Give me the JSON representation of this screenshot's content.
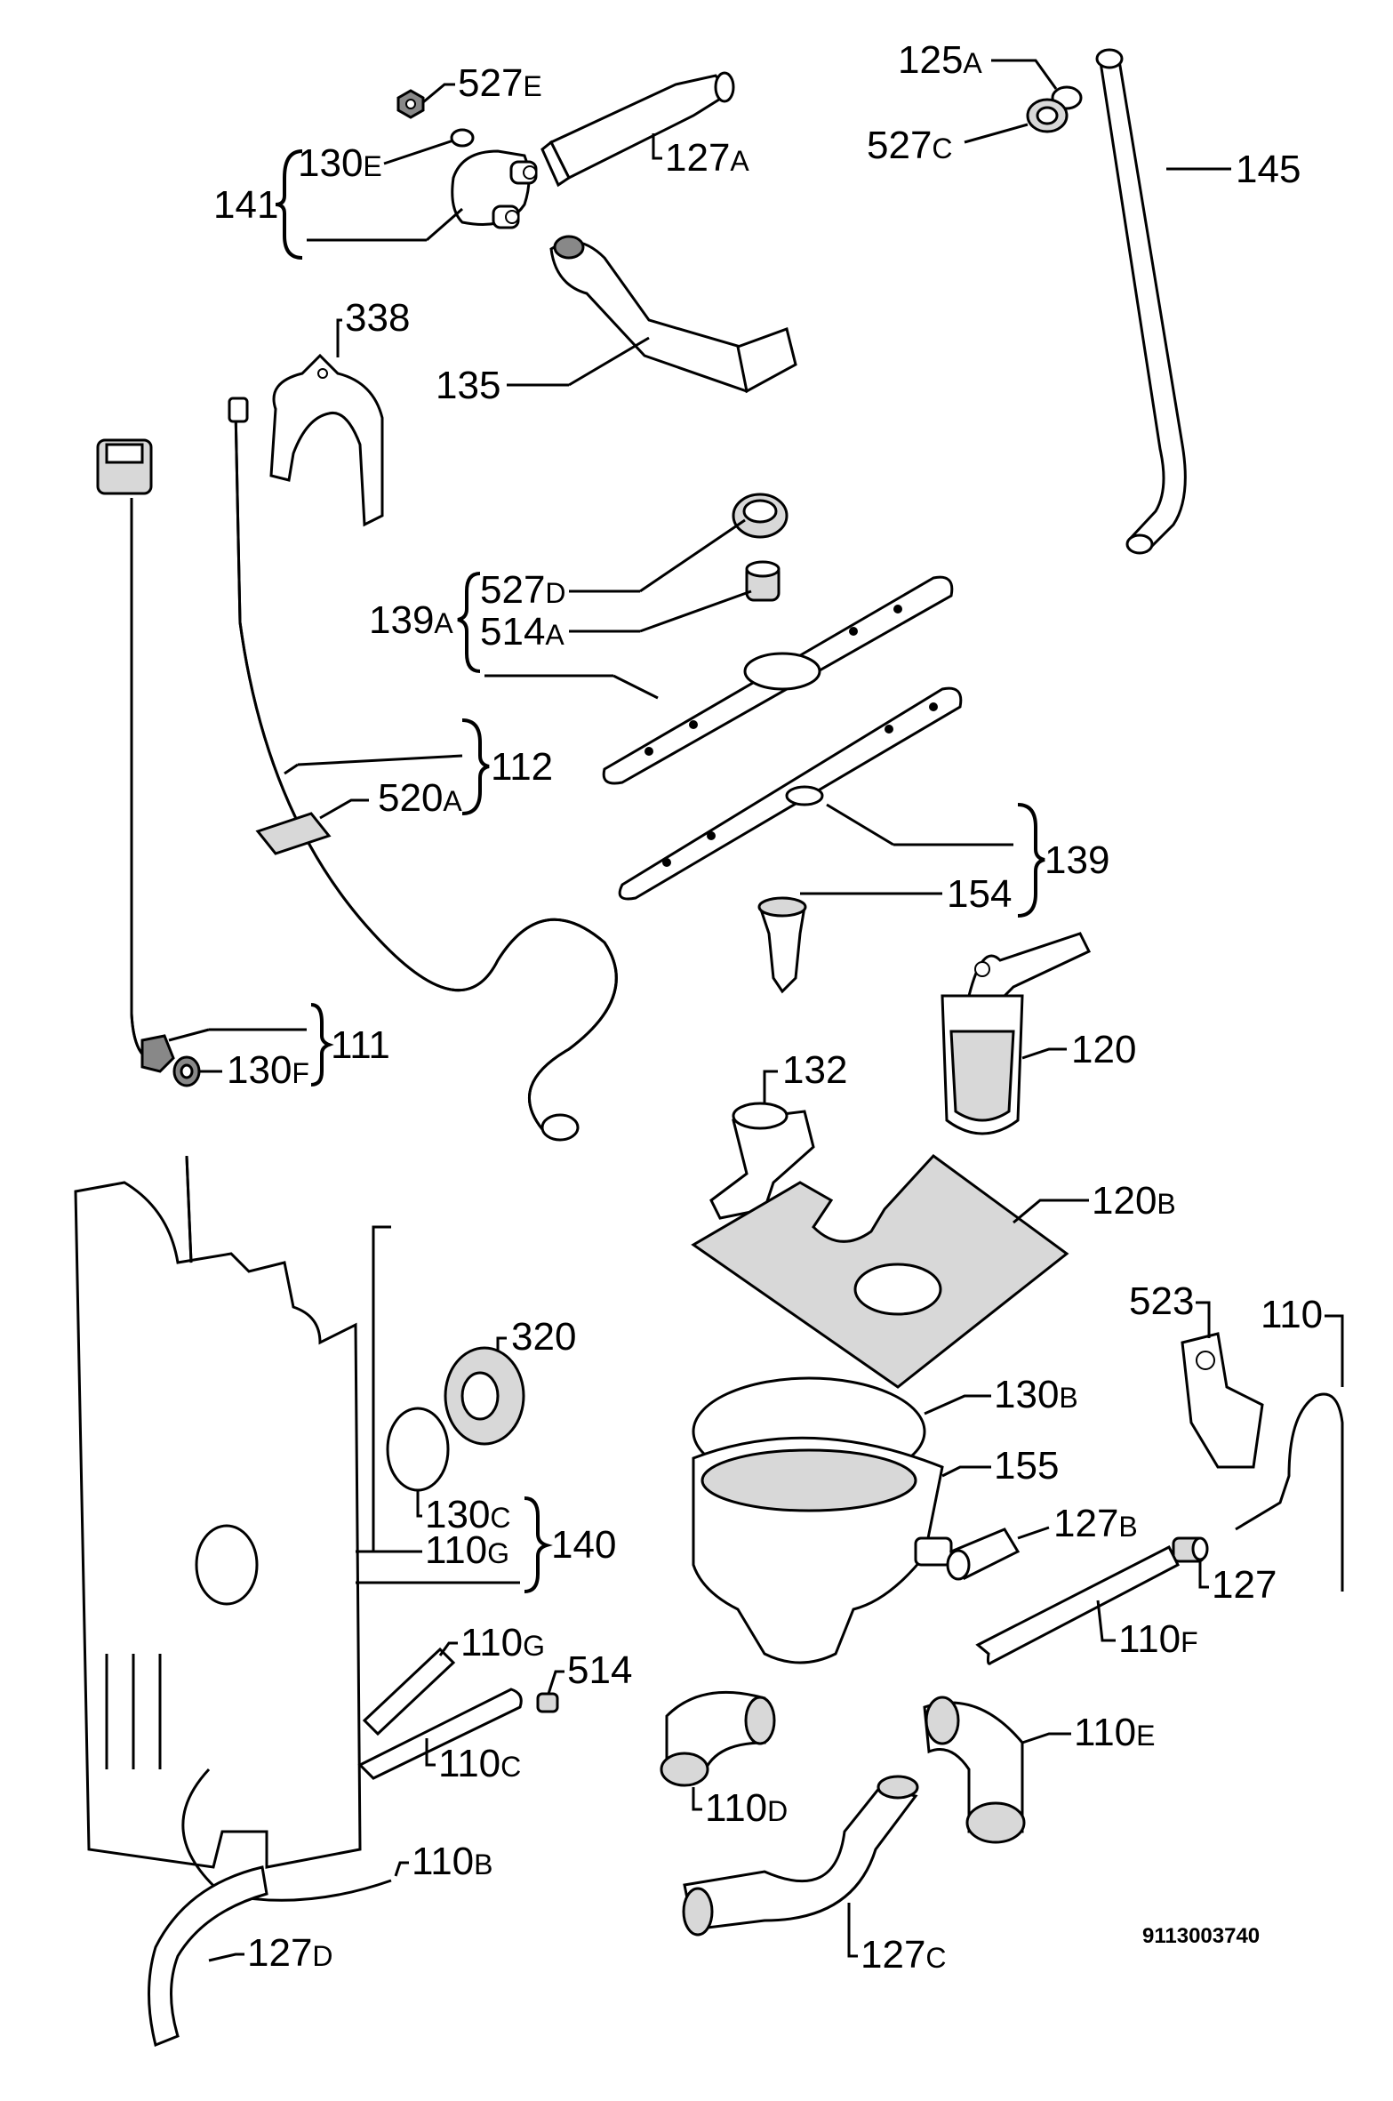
{
  "diagram": {
    "document_number": "9113003740",
    "labels": {
      "l527E": {
        "num": "527",
        "suf": "E"
      },
      "l130E": {
        "num": "130",
        "suf": "E"
      },
      "l141": {
        "num": "141",
        "suf": ""
      },
      "l127A": {
        "num": "127",
        "suf": "A"
      },
      "l125A": {
        "num": "125",
        "suf": "A"
      },
      "l527C": {
        "num": "527",
        "suf": "C"
      },
      "l145": {
        "num": "145",
        "suf": ""
      },
      "l338": {
        "num": "338",
        "suf": ""
      },
      "l135": {
        "num": "135",
        "suf": ""
      },
      "l527D": {
        "num": "527",
        "suf": "D"
      },
      "l514A": {
        "num": "514",
        "suf": "A"
      },
      "l139A": {
        "num": "139",
        "suf": "A"
      },
      "l112": {
        "num": "112",
        "suf": ""
      },
      "l520A": {
        "num": "520",
        "suf": "A"
      },
      "l139": {
        "num": "139",
        "suf": ""
      },
      "l154": {
        "num": "154",
        "suf": ""
      },
      "l111": {
        "num": "111",
        "suf": ""
      },
      "l130F": {
        "num": "130",
        "suf": "F"
      },
      "l132": {
        "num": "132",
        "suf": ""
      },
      "l120": {
        "num": "120",
        "suf": ""
      },
      "l120B": {
        "num": "120",
        "suf": "B"
      },
      "l523": {
        "num": "523",
        "suf": ""
      },
      "l110": {
        "num": "110",
        "suf": ""
      },
      "l320": {
        "num": "320",
        "suf": ""
      },
      "l130B": {
        "num": "130",
        "suf": "B"
      },
      "l155": {
        "num": "155",
        "suf": ""
      },
      "l127B": {
        "num": "127",
        "suf": "B"
      },
      "l130C": {
        "num": "130",
        "suf": "C"
      },
      "l110G": {
        "num": "110",
        "suf": "G"
      },
      "l140": {
        "num": "140",
        "suf": ""
      },
      "l127": {
        "num": "127",
        "suf": ""
      },
      "l110F": {
        "num": "110",
        "suf": "F"
      },
      "l110G2": {
        "num": "110",
        "suf": "G"
      },
      "l514": {
        "num": "514",
        "suf": ""
      },
      "l110C": {
        "num": "110",
        "suf": "C"
      },
      "l110E": {
        "num": "110",
        "suf": "E"
      },
      "l110D": {
        "num": "110",
        "suf": "D"
      },
      "l110B": {
        "num": "110",
        "suf": "B"
      },
      "l127C": {
        "num": "127",
        "suf": "C"
      },
      "l127D": {
        "num": "127",
        "suf": "D"
      }
    }
  }
}
